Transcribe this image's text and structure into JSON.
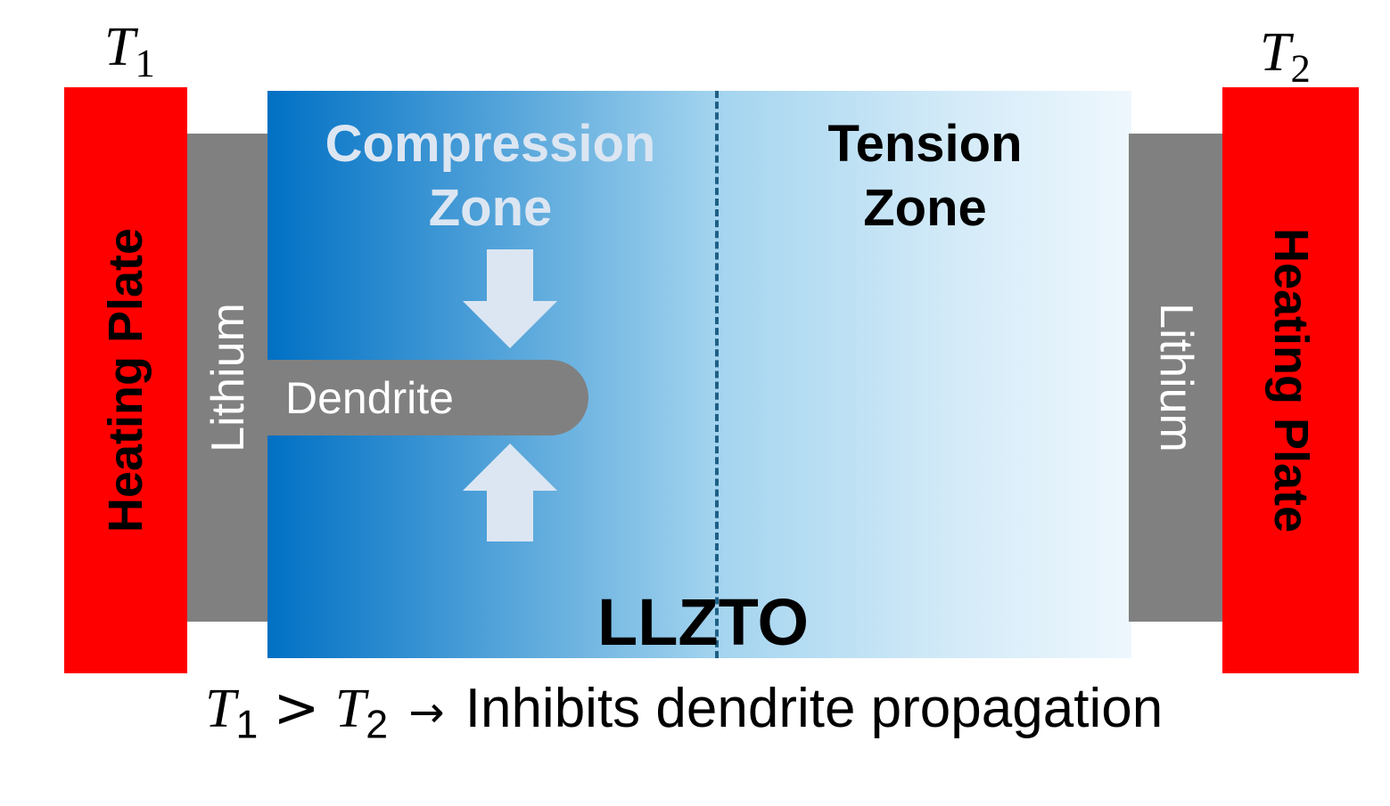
{
  "temperatures": {
    "left": {
      "symbol": "T",
      "subscript": "1"
    },
    "right": {
      "symbol": "T",
      "subscript": "2"
    }
  },
  "heating_plate_label": "Heating Plate",
  "lithium_label": "Lithium",
  "compression_zone": {
    "line1": "Compression",
    "line2": "Zone"
  },
  "tension_zone": {
    "line1": "Tension",
    "line2": "Zone"
  },
  "dendrite_label": "Dendrite",
  "electrolyte_label": "LLZTO",
  "conclusion": {
    "left_symbol": "T",
    "left_subscript": "1",
    "operator": ">",
    "right_symbol": "T",
    "right_subscript": "2",
    "arrow": "→",
    "text": "Inhibits dendrite propagation"
  },
  "colors": {
    "heating_plate": "#ff0000",
    "lithium": "#808080",
    "llzto_gradient_start": "#0070c4",
    "llzto_gradient_end": "#eef7fd",
    "divider": "#1f5f85",
    "stress_arrows": "#dce6f2"
  }
}
